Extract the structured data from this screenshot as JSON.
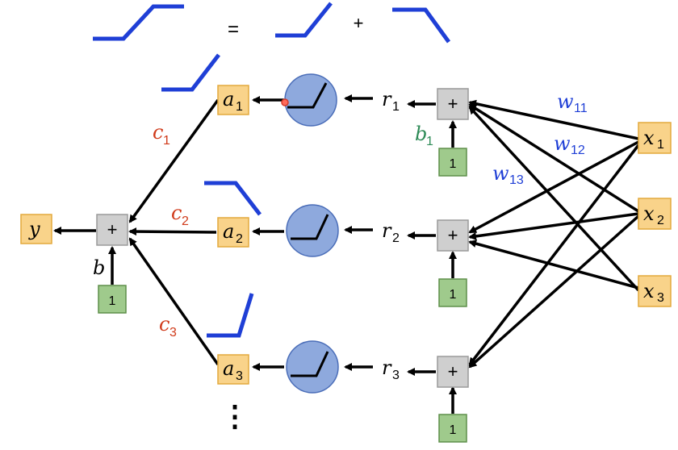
{
  "equation": {
    "equals": "=",
    "plus": "+"
  },
  "inputs": [
    {
      "var": "x",
      "sub": "1"
    },
    {
      "var": "x",
      "sub": "2"
    },
    {
      "var": "x",
      "sub": "3"
    }
  ],
  "weights": [
    {
      "var": "w",
      "sub": "11"
    },
    {
      "var": "w",
      "sub": "12"
    },
    {
      "var": "w",
      "sub": "13"
    }
  ],
  "hidden_bias": {
    "var": "b",
    "sub": "1"
  },
  "hidden_sum": [
    {
      "var": "r",
      "sub": "1"
    },
    {
      "var": "r",
      "sub": "2"
    },
    {
      "var": "r",
      "sub": "3"
    }
  ],
  "activations": [
    {
      "var": "a",
      "sub": "1"
    },
    {
      "var": "a",
      "sub": "2"
    },
    {
      "var": "a",
      "sub": "3"
    }
  ],
  "output_weights": [
    {
      "var": "c",
      "sub": "1"
    },
    {
      "var": "c",
      "sub": "2"
    },
    {
      "var": "c",
      "sub": "3"
    }
  ],
  "output_bias": "b",
  "output": "y",
  "plus_symbol": "+",
  "constant_one": "1",
  "ellipsis": "⋮",
  "colors": {
    "blue": "#1f3fd6",
    "red": "#d03a1a",
    "green": "#2e8b57",
    "orange_box": "#f9d38a",
    "orange_border": "#e3a93c",
    "gray_box": "#cfcfcf",
    "green_box": "#9fca8c",
    "circle": "#8ea9dd"
  }
}
